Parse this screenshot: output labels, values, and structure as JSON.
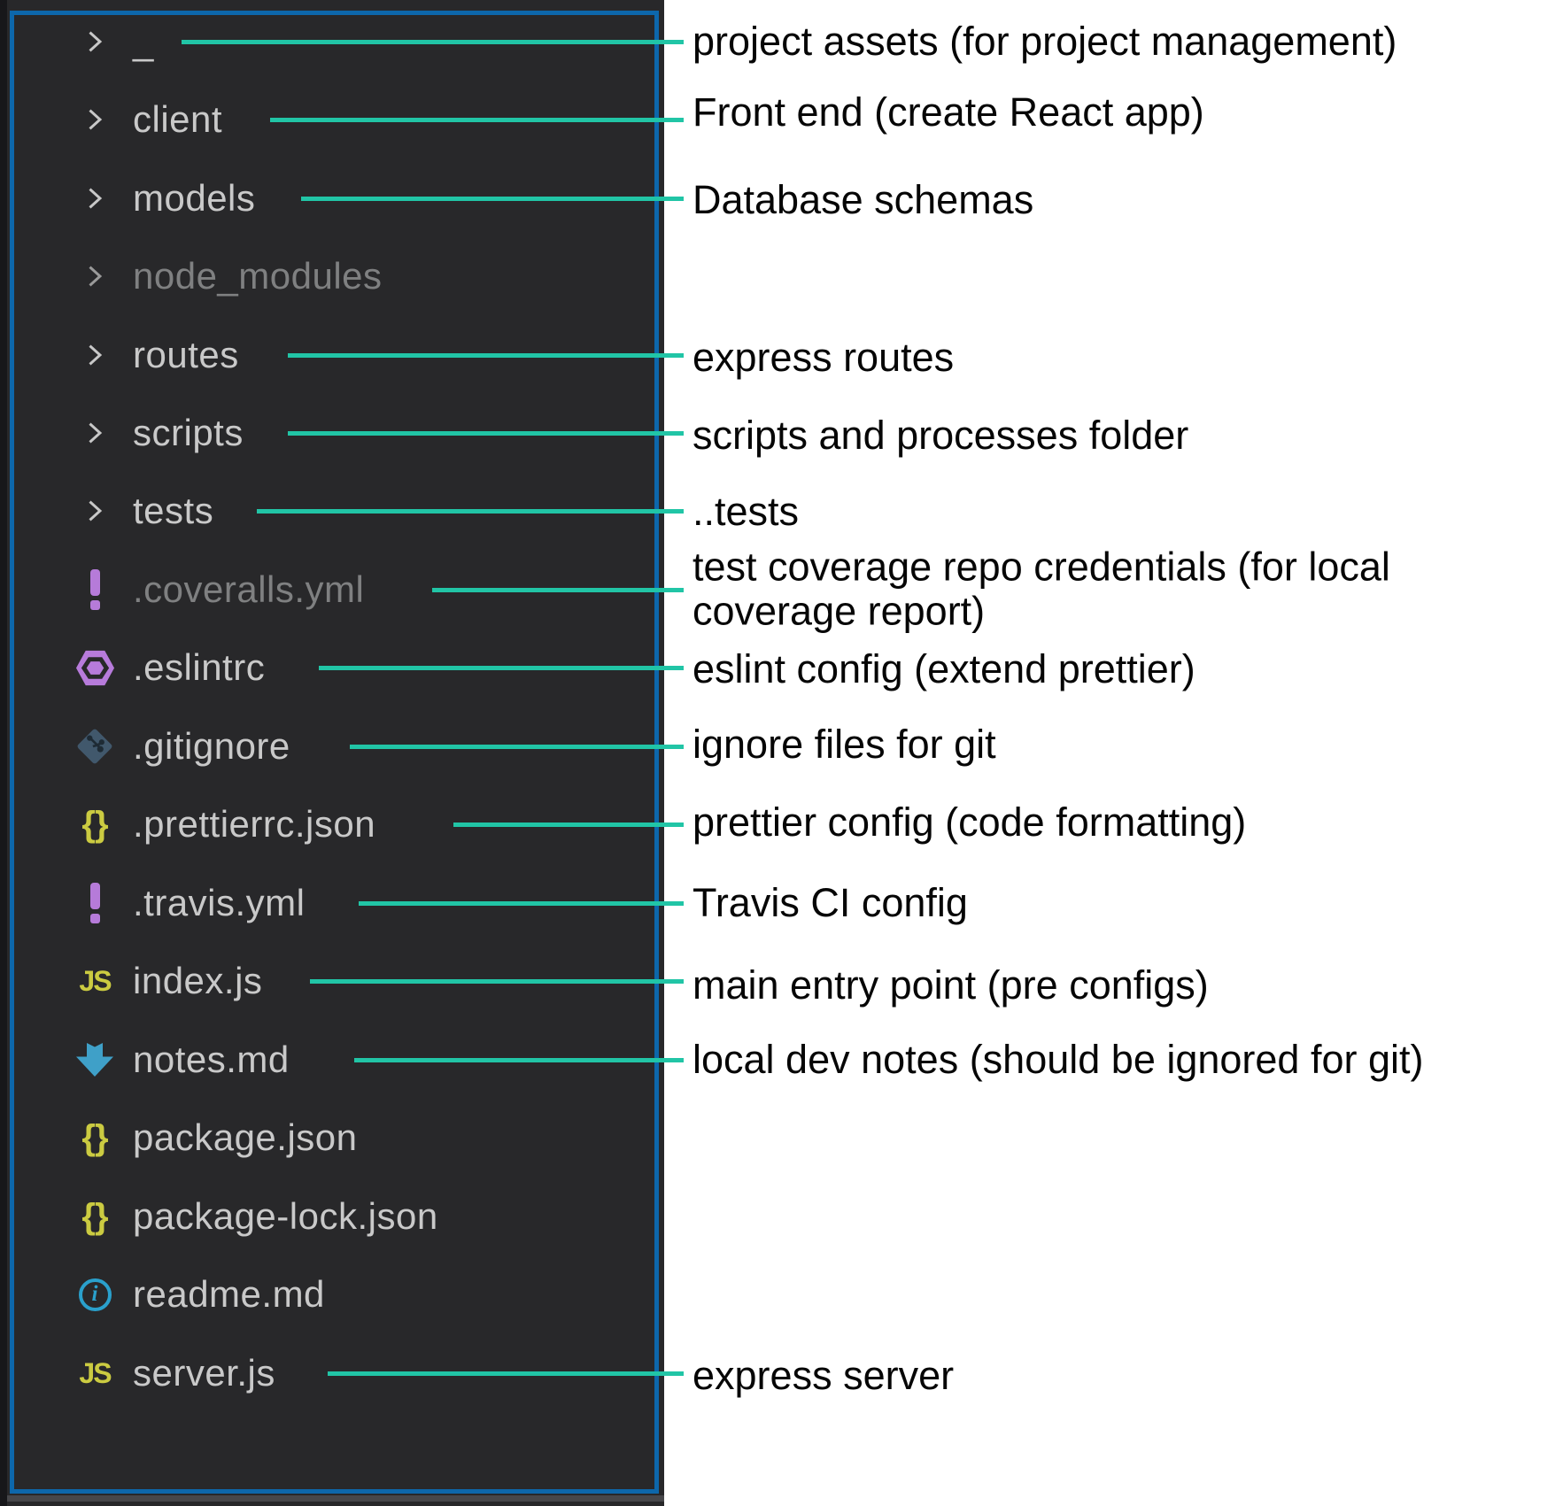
{
  "panel": {
    "type": "file-explorer",
    "files": [
      {
        "label": "_",
        "kind": "folder",
        "icon": "chevron-right-icon",
        "dim": false
      },
      {
        "label": "client",
        "kind": "folder",
        "icon": "chevron-right-icon",
        "dim": false
      },
      {
        "label": "models",
        "kind": "folder",
        "icon": "chevron-right-icon",
        "dim": false
      },
      {
        "label": "node_modules",
        "kind": "folder",
        "icon": "chevron-right-icon",
        "dim": true
      },
      {
        "label": "routes",
        "kind": "folder",
        "icon": "chevron-right-icon",
        "dim": false
      },
      {
        "label": "scripts",
        "kind": "folder",
        "icon": "chevron-right-icon",
        "dim": false
      },
      {
        "label": "tests",
        "kind": "folder",
        "icon": "chevron-right-icon",
        "dim": false
      },
      {
        "label": ".coveralls.yml",
        "kind": "file",
        "icon": "yaml-warning-icon",
        "dim": true
      },
      {
        "label": ".eslintrc",
        "kind": "file",
        "icon": "eslint-icon",
        "dim": false
      },
      {
        "label": ".gitignore",
        "kind": "file",
        "icon": "git-icon",
        "dim": false
      },
      {
        "label": ".prettierrc.json",
        "kind": "file",
        "icon": "json-braces-icon",
        "dim": false
      },
      {
        "label": ".travis.yml",
        "kind": "file",
        "icon": "yaml-warning-icon",
        "dim": false
      },
      {
        "label": "index.js",
        "kind": "file",
        "icon": "js-icon",
        "dim": false
      },
      {
        "label": "notes.md",
        "kind": "file",
        "icon": "markdown-arrow-icon",
        "dim": false
      },
      {
        "label": "package.json",
        "kind": "file",
        "icon": "json-braces-icon",
        "dim": false
      },
      {
        "label": "package-lock.json",
        "kind": "file",
        "icon": "json-braces-icon",
        "dim": false
      },
      {
        "label": "readme.md",
        "kind": "file",
        "icon": "info-icon",
        "dim": false
      },
      {
        "label": "server.js",
        "kind": "file",
        "icon": "js-icon",
        "dim": false
      }
    ]
  },
  "annotations": [
    {
      "target": "_",
      "text": "project assets (for project management)"
    },
    {
      "target": "client",
      "text": "Front end (create React app)"
    },
    {
      "target": "models",
      "text": "Database schemas"
    },
    {
      "target": "routes",
      "text": "express routes"
    },
    {
      "target": "scripts",
      "text": "scripts and processes folder"
    },
    {
      "target": "tests",
      "text": "..tests"
    },
    {
      "target": ".coveralls.yml",
      "text": "test coverage repo credentials (for local\ncoverage report)"
    },
    {
      "target": ".eslintrc",
      "text": "eslint config (extend prettier)"
    },
    {
      "target": ".gitignore",
      "text": "ignore files for git"
    },
    {
      "target": ".prettierrc.json",
      "text": "prettier config (code formatting)"
    },
    {
      "target": ".travis.yml",
      "text": "Travis CI config"
    },
    {
      "target": "index.js",
      "text": "main entry point (pre configs)"
    },
    {
      "target": "notes.md",
      "text": "local dev notes (should be ignored for git)"
    },
    {
      "target": "server.js",
      "text": "express server"
    }
  ],
  "icons": {
    "js_badge": "JS",
    "braces_badge": "{}",
    "info_letter": "i"
  },
  "colors": {
    "connector_teal": "#21c5a6",
    "focus_border_blue": "#0d67ab",
    "panel_background": "#28282a",
    "item_text": "#c9c9c9",
    "item_text_dim": "#7f8081",
    "yaml_purple": "#b67bd9",
    "eslint_purple": "#b77bdb",
    "json_yellow": "#cbcb41",
    "markdown_blue": "#3fa0c8",
    "info_blue": "#2aa0cc",
    "git_slate": "#41586c",
    "annotation_text": "#060606"
  }
}
